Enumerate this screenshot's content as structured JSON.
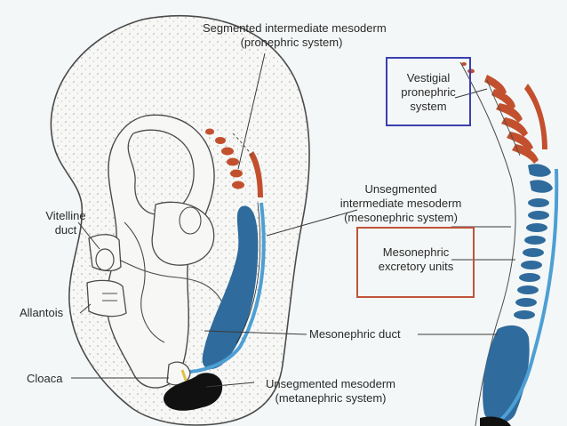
{
  "labels": {
    "segmented_line1": "Segmented intermediate mesoderm",
    "segmented_line2": "(pronephric system)",
    "vestigial_line1": "Vestigial",
    "vestigial_line2": "pronephric",
    "vestigial_line3": "system",
    "unsegmented_line1": "Unsegmented",
    "unsegmented_line2": "intermediate mesoderm",
    "unsegmented_line3": "(mesonephric system)",
    "mesonephric_units_line1": "Mesonephric",
    "mesonephric_units_line2": "excretory units",
    "vitelline_line1": "Vitelline",
    "vitelline_line2": "duct",
    "allantois": "Allantois",
    "mesonephric_duct": "Mesonephric duct",
    "cloaca": "Cloaca",
    "metanephric_line1": "Unsegmented mesoderm",
    "metanephric_line2": "(metanephric system)"
  },
  "colors": {
    "background": "#f4f7f7",
    "embryo_fill": "#f7f8f6",
    "outline": "#4a4a4a",
    "pronephric_red": "#c2502e",
    "mesonephric_blue": "#2f6b9c",
    "duct_light_blue": "#4d9fd4",
    "metanephric_black": "#111111",
    "highlight_box_blue": "#3a3fb0",
    "highlight_box_red": "#c0533a"
  }
}
